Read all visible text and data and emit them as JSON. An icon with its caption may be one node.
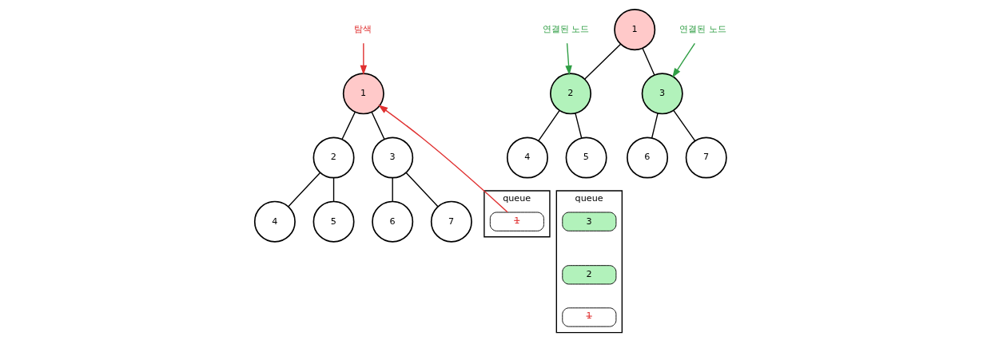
{
  "diagram": {
    "nodes": [
      {
        "text": [
          "1"
        ]
      },
      {
        "text": [
          "2"
        ]
      },
      {
        "text": [
          "3"
        ]
      },
      {
        "text": [
          "4"
        ]
      },
      {
        "text": [
          "5"
        ]
      },
      {
        "text": [
          "6"
        ]
      },
      {
        "text": [
          "7"
        ]
      },
      {
        "text": [
          "queue"
        ]
      },
      {
        "text": [
          "1"
        ],
        "in": 7
      },
      {
        "text": [
          "탐색"
        ]
      },
      {
        "text": [
          "1"
        ]
      },
      {
        "text": [
          "2"
        ]
      },
      {
        "text": [
          "3"
        ]
      },
      {
        "text": [
          "4"
        ]
      },
      {
        "text": [
          "5"
        ]
      },
      {
        "text": [
          "6"
        ]
      },
      {
        "text": [
          "7"
        ]
      },
      {
        "text": [
          "queue"
        ]
      },
      {
        "text": [
          "3"
        ],
        "in": 17
      },
      {
        "text": [
          "2"
        ],
        "in": 17
      },
      {
        "text": [
          "1"
        ],
        "in": 17
      },
      {
        "text": [
          "연결된 노드"
        ]
      },
      {
        "text": [
          "연결된 노드"
        ]
      }
    ],
    "edges": [
      {
        "from": 0,
        "to": 1,
        "arrow": "none"
      },
      {
        "from": 0,
        "to": 2,
        "arrow": "none"
      },
      {
        "from": 1,
        "to": 3,
        "arrow": "none"
      },
      {
        "from": 1,
        "to": 4,
        "arrow": "none"
      },
      {
        "from": 2,
        "to": 5,
        "arrow": "none"
      },
      {
        "from": 2,
        "to": 6,
        "arrow": "none"
      },
      {
        "from": 9,
        "to": 0,
        "arrow": "to",
        "color": "#e03131"
      },
      {
        "from": 8,
        "to": 0,
        "arrow": "to",
        "color": "#e03131"
      },
      {
        "from": 10,
        "to": 11,
        "arrow": "none"
      },
      {
        "from": 10,
        "to": 12,
        "arrow": "none"
      },
      {
        "from": 11,
        "to": 13,
        "arrow": "none"
      },
      {
        "from": 11,
        "to": 14,
        "arrow": "none"
      },
      {
        "from": 12,
        "to": 15,
        "arrow": "none"
      },
      {
        "from": 12,
        "to": 16,
        "arrow": "none"
      },
      {
        "from": 21,
        "to": 11,
        "arrow": "to",
        "color": "#2f9e44"
      },
      {
        "from": 22,
        "to": 12,
        "arrow": "to",
        "color": "#2f9e44"
      }
    ]
  }
}
